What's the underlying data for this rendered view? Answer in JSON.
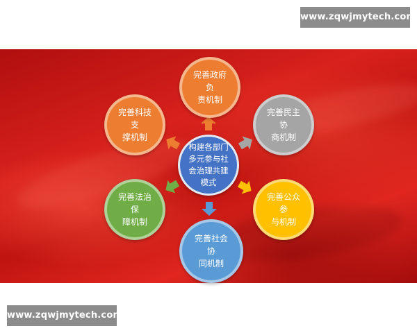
{
  "watermark": {
    "top": "www.zqwjmytech.com",
    "bottom": "www.zqwjmytech.com"
  },
  "diagram": {
    "center": {
      "lines": [
        "构建各部门",
        "多元参与社",
        "会治理共建",
        "模式"
      ],
      "color": "#4472c4"
    },
    "nodes": [
      {
        "id": "top",
        "lines": [
          "完善政府负",
          "责机制"
        ],
        "color": "#ed7d31"
      },
      {
        "id": "upright",
        "lines": [
          "完善民主协",
          "商机制"
        ],
        "color": "#a5a5a5"
      },
      {
        "id": "lowright",
        "lines": [
          "完善公众参",
          "与机制"
        ],
        "color": "#ffc000"
      },
      {
        "id": "bottom",
        "lines": [
          "完善社会协",
          "同机制"
        ],
        "color": "#5b9bd5"
      },
      {
        "id": "lowleft",
        "lines": [
          "完善法治保",
          "障机制"
        ],
        "color": "#70ad47"
      },
      {
        "id": "upleft",
        "lines": [
          "完善科技支",
          "撑机制"
        ],
        "color": "#ed7d31"
      }
    ],
    "background_color": "#c8161d"
  }
}
